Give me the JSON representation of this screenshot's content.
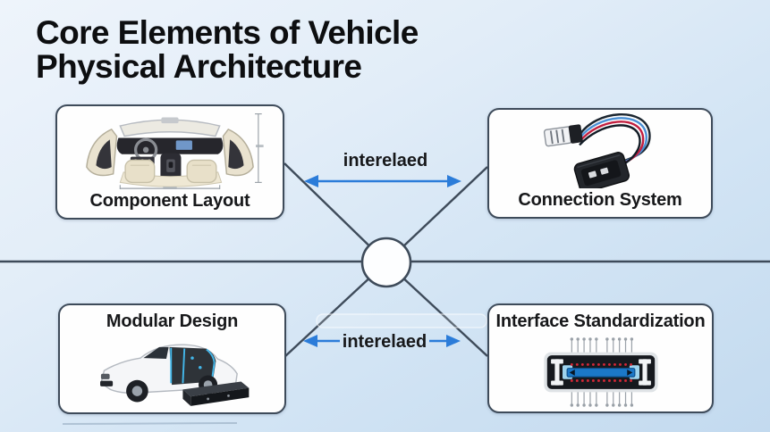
{
  "title": {
    "line1": "Core Elements of Vehicle",
    "line2": "Physical Architecture"
  },
  "cards": {
    "component_layout": {
      "label": "Component Layout",
      "icon": "car-interior-illustration"
    },
    "connection_system": {
      "label": "Connection System",
      "icon": "wire-harness-illustration"
    },
    "modular_design": {
      "label": "Modular Design",
      "icon": "modular-car-illustration"
    },
    "interface_standardization": {
      "label": "Interface Standardization",
      "icon": "standard-connector-illustration"
    }
  },
  "relations": {
    "top": {
      "label": "interelaed"
    },
    "bottom": {
      "label": "interelaed"
    }
  },
  "hub": {
    "shape": "circle"
  },
  "colors": {
    "background_top": "#eef4fb",
    "background_bottom": "#c3daef",
    "card_background": "#fefefe",
    "card_border": "#3e4b5a",
    "connector_line": "#3e4b5a",
    "arrow_blue": "#2b7cd9",
    "title_text": "#0d0e10",
    "accent_cyan": "#43b6e8",
    "accent_red": "#c42a3c",
    "accent_blue_bar": "#1b78c8"
  }
}
